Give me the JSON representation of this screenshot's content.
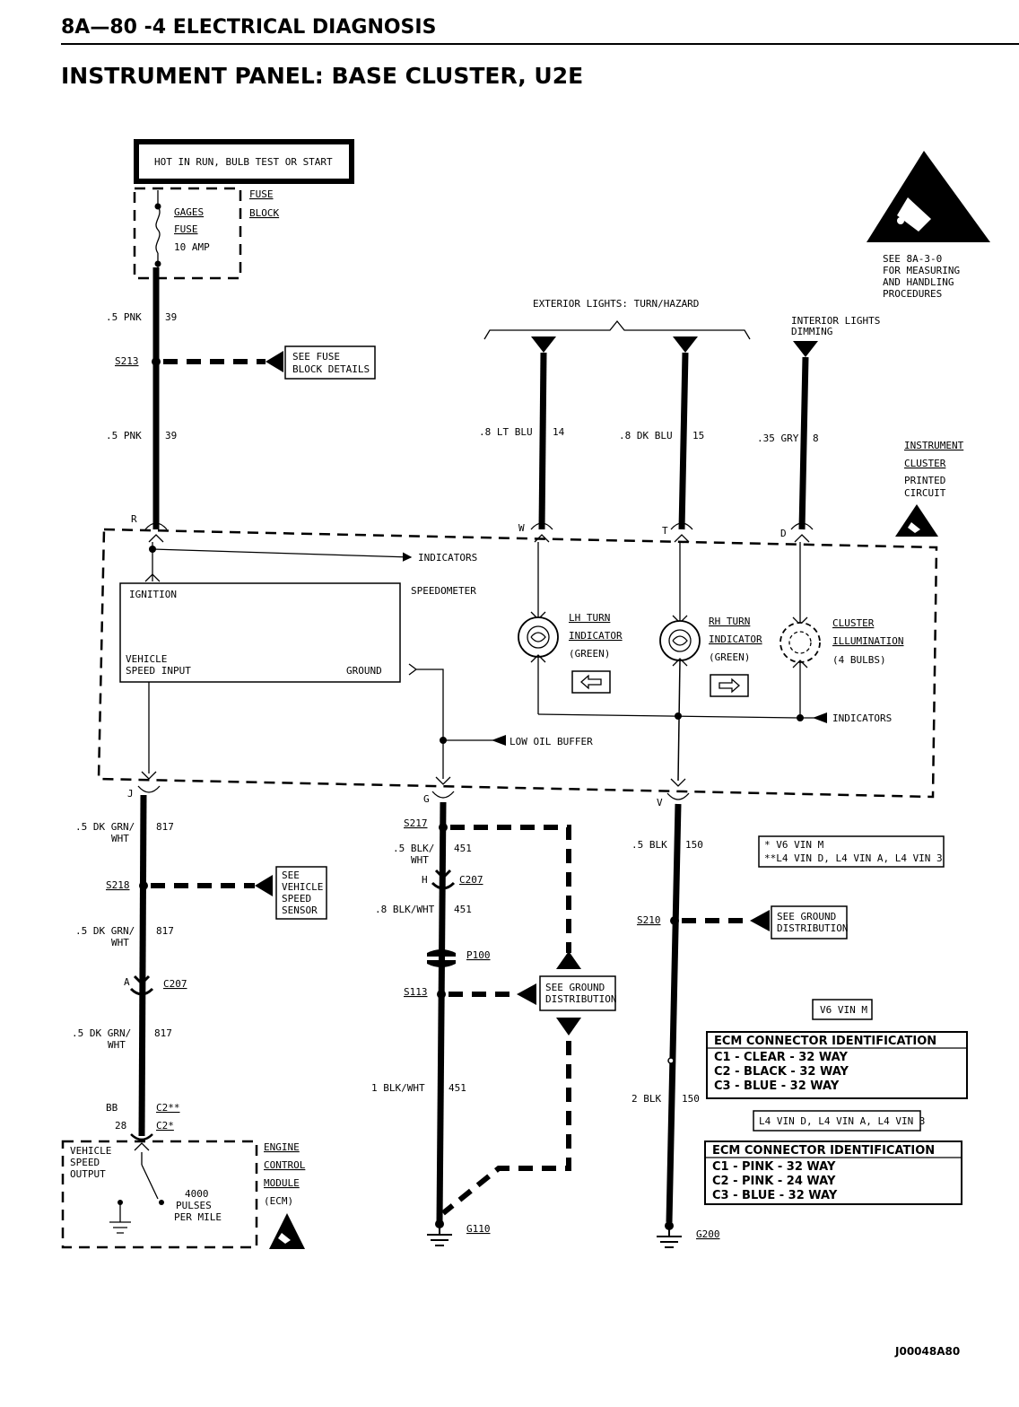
{
  "page": {
    "number": "8A—80 -4 ELECTRICAL DIAGNOSIS",
    "title": "INSTRUMENT PANEL: BASE CLUSTER, U2E",
    "figure_id": "J00048A80"
  },
  "labels": {
    "hot_in_run": "HOT IN RUN, BULB TEST OR START",
    "fuse_1": "FUSE",
    "block": "BLOCK",
    "gages": "GAGES",
    "fuse_2": "FUSE",
    "amp": "10 AMP",
    "esd_1": "SEE 8A-3-0",
    "esd_2": "FOR MEASURING",
    "esd_3": "AND HANDLING",
    "esd_4": "PROCEDURES",
    "ext_lights": "EXTERIOR LIGHTS: TURN/HAZARD",
    "int_lights_1": "INTERIOR LIGHTS",
    "int_lights_2": "DIMMING",
    "pnk_1": ".5 PNK",
    "n39_1": "39",
    "s213": "S213",
    "fuse_det_1": "SEE FUSE",
    "fuse_det_2": "BLOCK DETAILS",
    "pnk_2": ".5 PNK",
    "n39_2": "39",
    "lt_blu": ".8 LT BLU",
    "n14": "14",
    "dk_blu": ".8 DK BLU",
    "n15": "15",
    "gry": ".35 GRY",
    "n8": "8",
    "ic_1": "INSTRUMENT",
    "ic_2": "CLUSTER",
    "ic_3": "PRINTED",
    "ic_4": "CIRCUIT",
    "pin_r": "R",
    "pin_w": "W",
    "pin_t": "T",
    "pin_d": "D",
    "indicators_1": "INDICATORS",
    "ignition": "IGNITION",
    "speedometer": "SPEEDOMETER",
    "vehicle": "VEHICLE",
    "speed_input": "SPEED INPUT",
    "ground": "GROUND",
    "lh_1": "LH TURN",
    "lh_2": "INDICATOR",
    "lh_3": "(GREEN)",
    "rh_1": "RH TURN",
    "rh_2": "INDICATOR",
    "rh_3": "(GREEN)",
    "cl_1": "CLUSTER",
    "cl_2": "ILLUMINATION",
    "cl_3": "(4 BULBS)",
    "indicators_2": "INDICATORS",
    "low_oil": "LOW OIL BUFFER",
    "pin_j": "J",
    "pin_g": "G",
    "pin_v": "V",
    "grn_1a": ".5 DK GRN/",
    "grn_1b": "WHT",
    "n817_1": "817",
    "s217": "S217",
    "blk_1a": ".5 BLK/",
    "blk_1b": "WHT",
    "n451_1": "451",
    "blk_150a": ".5 BLK",
    "n150_1": "150",
    "v6_note": "* V6 VIN M",
    "l4_note": "**L4 VIN D, L4 VIN A, L4 VIN 3",
    "pin_h": "H",
    "c207_1": "C207",
    "s218": "S218",
    "vss_1": "SEE",
    "vss_2": "VEHICLE",
    "vss_3": "SPEED",
    "vss_4": "SENSOR",
    "blk_2": ".8 BLK/WHT",
    "n451_2": "451",
    "s210": "S210",
    "gd1_1": "SEE GROUND",
    "gd1_2": "DISTRIBUTION",
    "grn_2a": ".5 DK GRN/",
    "grn_2b": "WHT",
    "n817_2": "817",
    "p100": "P100",
    "pin_a": "A",
    "c207_2": "C207",
    "s113": "S113",
    "gd2_1": "SEE GROUND",
    "gd2_2": "DISTRIBUTION",
    "v6_box": "V6 VIN M",
    "grn_3a": ".5 DK GRN/",
    "grn_3b": "WHT",
    "n817_3": "817",
    "ecm1_title": "ECM CONNECTOR IDENTIFICATION",
    "ecm1_c1": "C1 - CLEAR  - 32 WAY",
    "ecm1_c2": "C2 - BLACK  - 32 WAY",
    "ecm1_c3": "C3 - BLUE   - 32 WAY",
    "blk_3": "1 BLK/WHT",
    "n451_3": "451",
    "blk_150b": "2 BLK",
    "n150_2": "150",
    "l4_box": "L4 VIN D, L4 VIN A, L4 VIN 3",
    "ecm2_title": "ECM CONNECTOR IDENTIFICATION",
    "ecm2_c1": "C1 - PINK   - 32 WAY",
    "ecm2_c2": "C2 - PINK   - 24 WAY",
    "ecm2_c3": "C3 - BLUE   - 32 WAY",
    "pin_bb": "BB",
    "c2_a": "C2**",
    "pin_28": "28",
    "c2_b": "C2*",
    "vso_1": "VEHICLE",
    "vso_2": "SPEED",
    "vso_3": "OUTPUT",
    "ecm_1": "ENGINE",
    "ecm_2": "CONTROL",
    "ecm_3": "MODULE",
    "ecm_4": "(ECM)",
    "pulses_1": "4000",
    "pulses_2": "PULSES",
    "pulses_3": "PER MILE",
    "g110": "G110",
    "g200": "G200"
  }
}
